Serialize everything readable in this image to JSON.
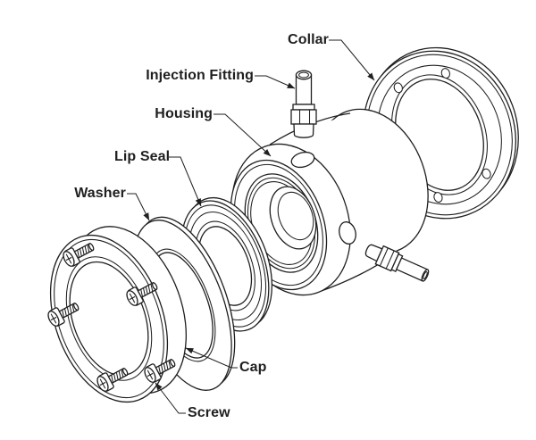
{
  "diagram": {
    "type": "exploded-assembly-drawing",
    "labels": {
      "collar": "Collar",
      "injection_fitting": "Injection Fitting",
      "housing": "Housing",
      "lip_seal": "Lip Seal",
      "washer": "Washer",
      "cap": "Cap",
      "screw": "Screw"
    },
    "colors": {
      "line": "#1f1f1f",
      "background": "#ffffff"
    }
  }
}
